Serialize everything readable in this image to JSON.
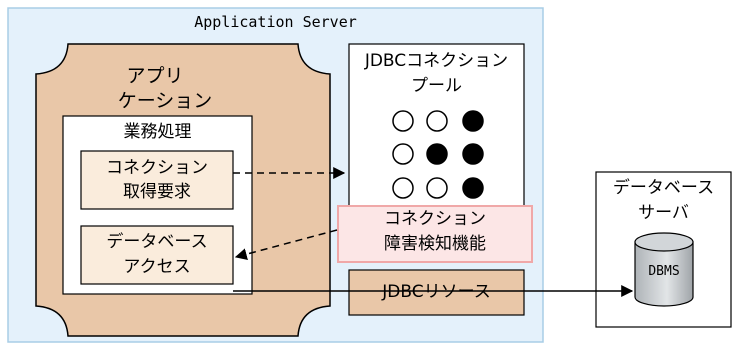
{
  "server": {
    "title": "Application Server"
  },
  "application": {
    "line1": "アプリ",
    "line2": "ケーション"
  },
  "business_logic": {
    "title": "業務処理"
  },
  "connection_request": {
    "line1": "コネクション",
    "line2": "取得要求"
  },
  "database_access": {
    "line1": "データベース",
    "line2": "アクセス"
  },
  "pool": {
    "line1": "JDBCコネクション",
    "line2": "プール",
    "connections": [
      [
        "open",
        "open",
        "filled"
      ],
      [
        "open",
        "filled",
        "filled"
      ],
      [
        "open",
        "open",
        "filled"
      ]
    ]
  },
  "failure_detection": {
    "line1": "コネクション",
    "line2": "障害検知機能"
  },
  "jdbc_resource": {
    "label": "JDBCリソース"
  },
  "database_server": {
    "line1": "データベース",
    "line2": "サーバ"
  },
  "dbms": {
    "label": "DBMS"
  },
  "colors": {
    "server_bg": "#e4f1fb",
    "server_border": "#a8cde6",
    "application_bg": "#e9c7a8",
    "box_bg": "#faecdc",
    "failure_bg": "#fce6e6",
    "failure_border": "#f0a8a8",
    "jdbc_resource_bg": "#e9c7a8"
  }
}
